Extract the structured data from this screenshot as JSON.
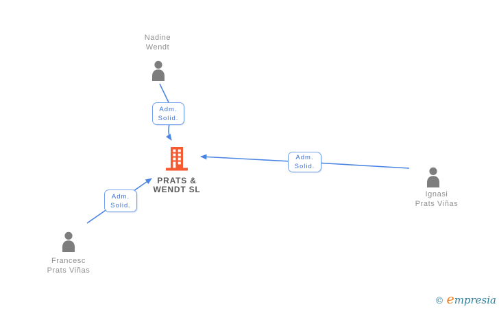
{
  "diagram": {
    "company": {
      "id": "prats-wendt-sl",
      "lines": [
        "PRATS &",
        "WENDT SL"
      ]
    },
    "people": [
      {
        "id": "nadine-wendt",
        "lines": [
          "Nadine",
          "Wendt"
        ]
      },
      {
        "id": "ignasi-prats-vinas",
        "lines": [
          "Ignasi",
          "Prats Viñas"
        ]
      },
      {
        "id": "francesc-prats-vinas",
        "lines": [
          "Francesc",
          "Prats Viñas"
        ]
      }
    ],
    "relations": [
      {
        "from": "nadine-wendt",
        "to": "prats-wendt-sl",
        "label_lines": [
          "Adm.",
          "Solid."
        ]
      },
      {
        "from": "ignasi-prats-vinas",
        "to": "prats-wendt-sl",
        "label_lines": [
          "Adm.",
          "Solid."
        ]
      },
      {
        "from": "francesc-prats-vinas",
        "to": "prats-wendt-sl",
        "label_lines": [
          "Adm.",
          "Solid."
        ]
      }
    ]
  },
  "watermark": {
    "symbol": "©",
    "brand_lead": "e",
    "brand_rest": "mpresia"
  },
  "colors": {
    "line_blue": "#4a85e4",
    "box_border": "#74a2ee",
    "box_text": "#3e6fd6",
    "person_gray": "#7d7d7d",
    "label_gray": "#8f8f8f",
    "company_text": "#595959",
    "building_orange": "#f65a31",
    "brand_teal": "#2e7f99",
    "brand_orange": "#ef7d22"
  }
}
